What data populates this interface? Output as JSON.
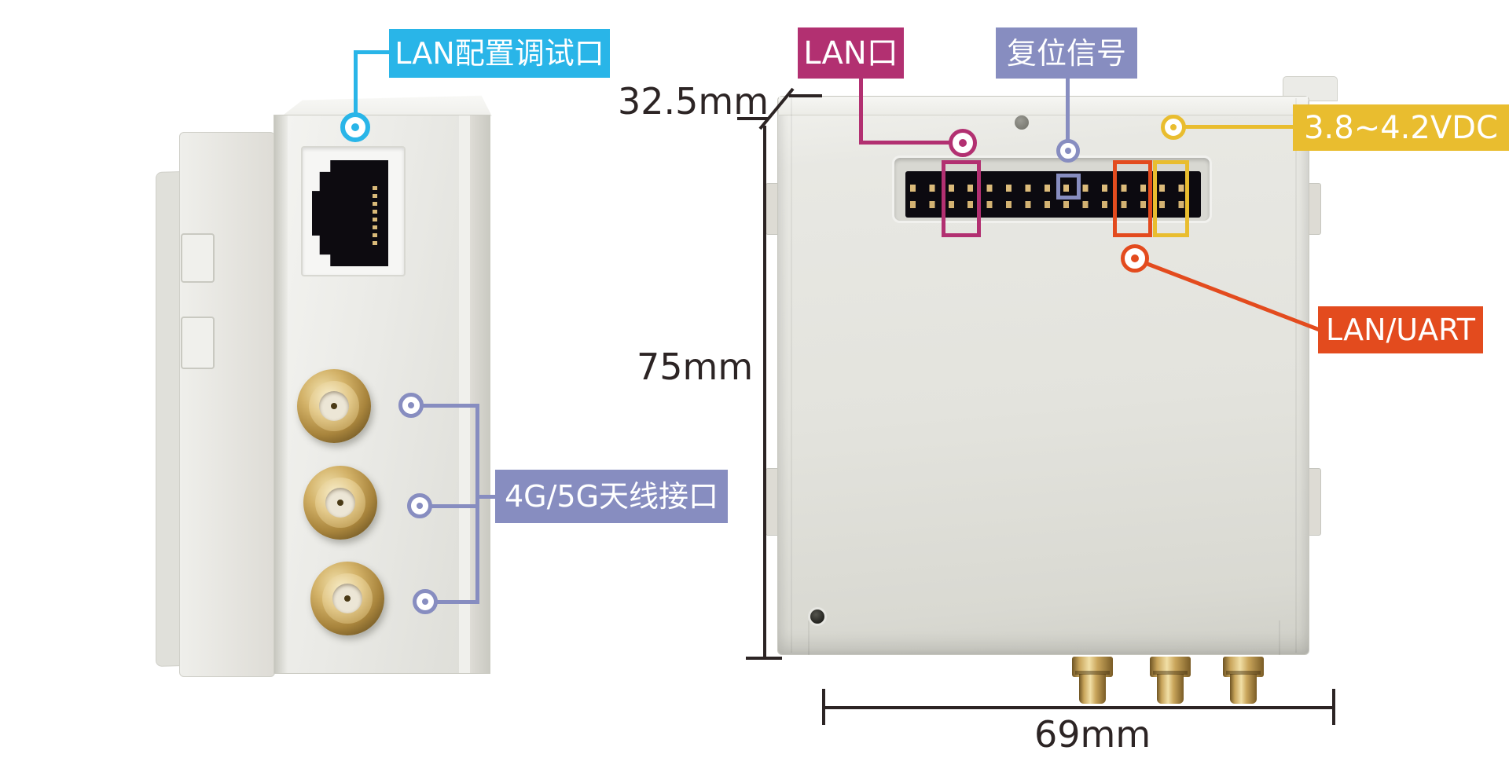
{
  "callouts": {
    "lan_debug": {
      "label": "LAN配置调试口",
      "color": "#29b5e8"
    },
    "antenna": {
      "label": "4G/5G天线接口",
      "color": "#878dc0"
    },
    "lan_port": {
      "label": "LAN口",
      "color": "#b23071"
    },
    "reset": {
      "label": "复位信号",
      "color": "#878dc0"
    },
    "power": {
      "label": "3.8~4.2VDC",
      "color": "#e9bd2f"
    },
    "lan_uart": {
      "label": "LAN/UART",
      "color": "#e34b1e"
    }
  },
  "dimensions": {
    "depth": "32.5mm",
    "height": "75mm",
    "width": "69mm",
    "text_color": "#2c2424"
  },
  "connector": {
    "pin_rows": 2,
    "pin_columns": 15
  },
  "antenna_ports": 3
}
